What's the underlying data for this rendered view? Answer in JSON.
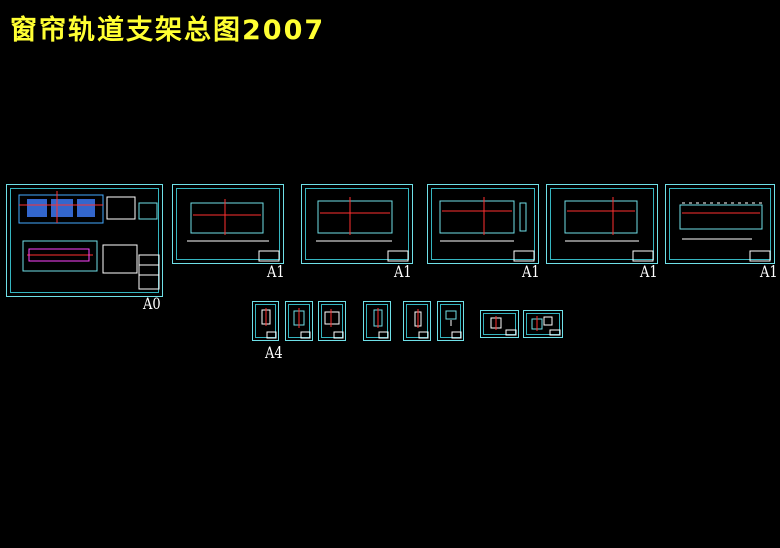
{
  "title": "窗帘轨道支架总图2007",
  "sheet_labels": {
    "a0": "A0",
    "a1": "A1",
    "a4": "A4"
  },
  "colors": {
    "background": "#000000",
    "title": "#ffff33",
    "frame": "#6fe0e8",
    "drawing_red": "#ff3030",
    "drawing_white": "#ffffff"
  }
}
